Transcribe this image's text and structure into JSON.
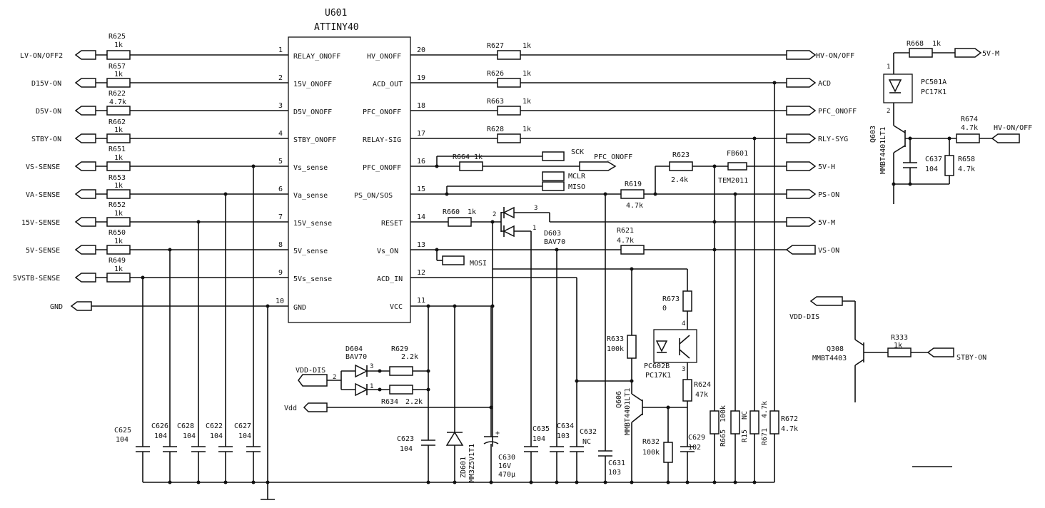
{
  "ic": {
    "ref": "U601",
    "part": "ATTINY40"
  },
  "left_pins": [
    {
      "num": "1",
      "name": "RELAY_ONOFF",
      "net": "LV-ON/OFF2",
      "res_ref": "R625",
      "res_val": "1k"
    },
    {
      "num": "2",
      "name": "15V_ONOFF",
      "net": "D15V-ON",
      "res_ref": "R657",
      "res_val": "1k"
    },
    {
      "num": "3",
      "name": "D5V_ONOFF",
      "net": "D5V-ON",
      "res_ref": "R622",
      "res_val": "4.7k"
    },
    {
      "num": "4",
      "name": "STBY_ONOFF",
      "net": "STBY-ON",
      "res_ref": "R662",
      "res_val": "1k"
    },
    {
      "num": "5",
      "name": "Vs_sense",
      "net": "VS-SENSE",
      "res_ref": "R651",
      "res_val": "1k"
    },
    {
      "num": "6",
      "name": "Va_sense",
      "net": "VA-SENSE",
      "res_ref": "R653",
      "res_val": "1k"
    },
    {
      "num": "7",
      "name": "15V_sense",
      "net": "15V-SENSE",
      "res_ref": "R652",
      "res_val": "1k"
    },
    {
      "num": "8",
      "name": "5V_sense",
      "net": "5V-SENSE",
      "res_ref": "R650",
      "res_val": "1k"
    },
    {
      "num": "9",
      "name": "5Vs_sense",
      "net": "5VSTB-SENSE",
      "res_ref": "R649",
      "res_val": "1k"
    },
    {
      "num": "10",
      "name": "GND",
      "net": "GND"
    }
  ],
  "right_pins": [
    {
      "num": "20",
      "name": "HV_ONOFF"
    },
    {
      "num": "19",
      "name": "ACD_OUT"
    },
    {
      "num": "18",
      "name": "PFC_ONOFF"
    },
    {
      "num": "17",
      "name": "RELAY-SIG"
    },
    {
      "num": "16",
      "name": "PFC_ONOFF"
    },
    {
      "num": "15",
      "name": "PS_ON/SOS"
    },
    {
      "num": "14",
      "name": "RESET"
    },
    {
      "num": "13",
      "name": "Vs_ON"
    },
    {
      "num": "12",
      "name": "ACD_IN"
    },
    {
      "num": "11",
      "name": "VCC"
    }
  ],
  "right_nets": {
    "hv": {
      "res_ref": "R627",
      "res_val": "1k",
      "net": "HV-ON/OFF"
    },
    "acd": {
      "res_ref": "R626",
      "res_val": "1k",
      "net": "ACD"
    },
    "pfc": {
      "res_ref": "R663",
      "res_val": "1k",
      "net": "PFC_ONOFF"
    },
    "rly": {
      "res_ref": "R628",
      "res_val": "1k",
      "net": "RLY-SYG"
    },
    "fiveh": {
      "net": "5V-H"
    },
    "pson": {
      "net": "PS-ON"
    },
    "fivem": {
      "net": "5V-M"
    },
    "vson": {
      "net": "VS-ON"
    }
  },
  "mid": {
    "sck": "SCK",
    "r664_ref": "R664",
    "r664_val": "1k",
    "pfc_out": "PFC_ONOFF",
    "mclr": "MCLR",
    "miso": "MISO",
    "mosi": "MOSI",
    "r623_ref": "R623",
    "r623_val": "2.4k",
    "fb_ref": "FB601",
    "fb_val": "TEM2011",
    "r619_ref": "R619",
    "r619_val": "4.7k",
    "r660_ref": "R660",
    "r660_val": "1k",
    "d603_ref": "D603",
    "d603_val": "BAV70",
    "d603_p2": "2",
    "d603_p3": "3",
    "d603_p1": "1",
    "r621_ref": "R621",
    "r621_val": "4.7k",
    "r673_ref": "R673",
    "r673_val": "0",
    "r633_ref": "R633",
    "r633_val": "100k",
    "pc602_ref": "PC602B",
    "pc602_val": "PC17K1",
    "pc602_p4": "4",
    "pc602_p3": "3",
    "r624_ref": "R624",
    "r624_val": "47k",
    "q606_ref": "Q606",
    "q606_val": "MMBT4401LT1",
    "r632_ref": "R632",
    "r632_val": "100k",
    "c629_ref": "C629",
    "c629_val": "102",
    "r665_ref": "R665",
    "r665_val": "100k",
    "r15_ref": "R15",
    "r15_val": "NC",
    "r671_ref": "R671",
    "r671_val": "4.7k",
    "r672_ref": "R672",
    "r672_val": "4.7k",
    "c635_ref": "C635",
    "c635_val": "104",
    "c634_ref": "C634",
    "c634_val": "103",
    "c632_ref": "C632",
    "c632_val": "NC",
    "c631_ref": "C631",
    "c631_val": "103"
  },
  "power": {
    "d604_ref": "D604",
    "d604_val": "BAV70",
    "d604_p3": "3",
    "d604_p1": "1",
    "d604_p2": "2",
    "vdd_dis": "VDD-DIS",
    "r629_ref": "R629",
    "r629_val": "2.2k",
    "r634_ref": "R634",
    "r634_val": "2.2k",
    "vdd": "Vdd",
    "c623_ref": "C623",
    "c623_val": "104",
    "zd_ref": "ZD601",
    "zd_val": "MM3Z5V1T1",
    "c630_ref": "C630",
    "c630_v": "16V",
    "c630_val": "470μ",
    "c625_ref": "C625",
    "c625_val": "104",
    "c626_ref": "C626",
    "c626_val": "104",
    "c628_ref": "C628",
    "c628_val": "104",
    "c622_ref": "C622",
    "c622_val": "104",
    "c627_ref": "C627",
    "c627_val": "104"
  },
  "tr": {
    "r668_ref": "R668",
    "r668_val": "1k",
    "net5vm": "5V-M",
    "p1": "1",
    "p2": "2",
    "pc501_ref": "PC501A",
    "pc501_val": "PC17K1",
    "q603_ref": "Q603",
    "q603_val": "MMBT4401LT1",
    "r674_ref": "R674",
    "r674_val": "4.7k",
    "hvnet": "HV-ON/OFF",
    "c637_ref": "C637",
    "c637_val": "104",
    "r658_ref": "R658",
    "r658_val": "4.7k"
  },
  "br": {
    "vdd_dis": "VDD-DIS",
    "q308_ref": "Q308",
    "q308_val": "MMBT4403",
    "r333_ref": "R333",
    "r333_val": "1k",
    "stby": "STBY-ON"
  }
}
